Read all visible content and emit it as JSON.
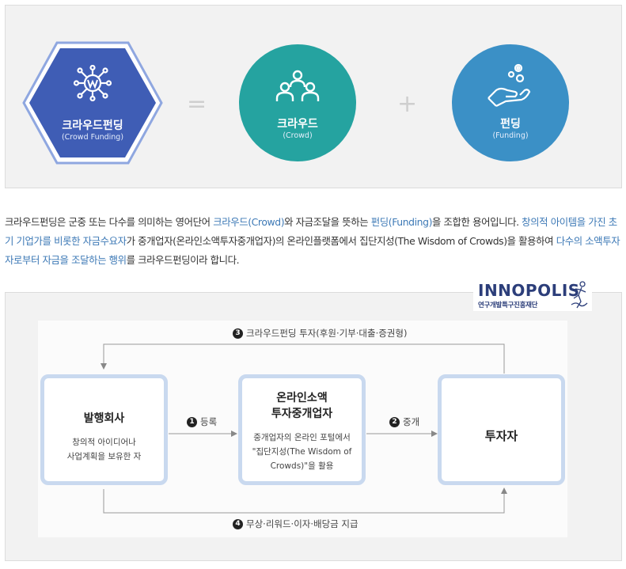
{
  "equation": {
    "crowdfunding": {
      "title": "크라우드펀딩",
      "subtitle": "(Crowd Funding)",
      "color": "#3f5db5"
    },
    "equals": "=",
    "crowd": {
      "title": "크라우드",
      "subtitle": "(Crowd)",
      "color": "#25a3a0"
    },
    "plus": "+",
    "funding": {
      "title": "펀딩",
      "subtitle": "(Funding)",
      "color": "#3b90c6"
    }
  },
  "description": {
    "p1": "크라우드펀딩은 군중 또는 다수를 의미하는 영어단어 ",
    "h1": "크라우드(Crowd)",
    "p2": "와 자금조달을 뜻하는 ",
    "h2": "펀딩(Funding)",
    "p3": "을 조합한 용어입니다. ",
    "h3": "창의적 아이템을 가진 초기 기업가를 비롯한 자금수요자",
    "p4": "가 중개업자(온라인소액투자중개업자)의 온라인플랫폼에서 집단지성(The Wisdom of Crowds)을 활용하여 ",
    "h4": "다수의 소액투자자로부터 자금을 조달하는 행위",
    "p5": "를 크라우드펀딩이라 합니다.",
    "highlight_color": "#3d79b6"
  },
  "logo": {
    "name": "INNOPOLIS",
    "subtitle": "연구개발특구진흥재단"
  },
  "flow": {
    "issuer": {
      "title": "발행회사",
      "desc1": "창의적 아이디어나",
      "desc2": "사업계획을 보유한 자"
    },
    "intermediary": {
      "title1": "온라인소액",
      "title2": "투자중개업자",
      "desc1": "중개업자의 온라인 포털에서",
      "desc2": "\"집단지성(The Wisdom of",
      "desc3": "Crowds)\"을 활용"
    },
    "investor": {
      "title": "투자자"
    },
    "step1": {
      "num": "1",
      "label": "등록"
    },
    "step2": {
      "num": "2",
      "label": "중개"
    },
    "step3": {
      "num": "3",
      "label": "크라우드펀딩 투자(후원·기부·대출·증권형)"
    },
    "step4": {
      "num": "4",
      "label": "무상·리워드·이자·배당금 지급"
    },
    "box_border_color": "#c9d9ef"
  }
}
